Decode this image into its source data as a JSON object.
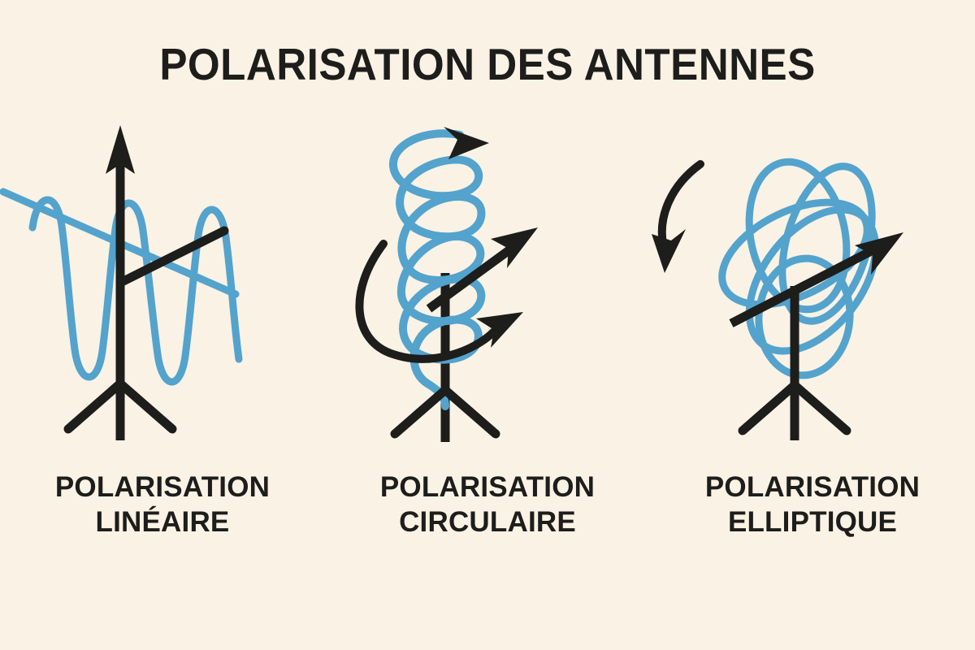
{
  "poster": {
    "title": "POLARISATION DES ANTENNES",
    "background_color": "#faf2e4",
    "ink_color": "#1d1d1b",
    "wave_color": "#53a3cd"
  },
  "panels": [
    {
      "id": "lineaire",
      "caption_line1": "POLARISATION",
      "caption_line2": "LINÉAIRE",
      "figure_name": "linear-polarization-diagram",
      "elements": [
        "antenna-mast-arrow",
        "antenna-tripod-base",
        "boresight-axis-line",
        "linear-wave-axis",
        "linear-sine-wave"
      ]
    },
    {
      "id": "circulaire",
      "caption_line1": "POLARISATION",
      "caption_line2": "CIRCULAIRE",
      "figure_name": "circular-polarization-diagram",
      "elements": [
        "antenna-mast",
        "antenna-tripod-base",
        "boresight-axis-arrow",
        "helix-wave",
        "helix-tip-arrowhead",
        "rotation-arc-arrow"
      ]
    },
    {
      "id": "elliptique",
      "caption_line1": "POLARISATION",
      "caption_line2": "ELLIPTIQUE",
      "figure_name": "elliptical-polarization-diagram",
      "elements": [
        "antenna-mast",
        "antenna-tripod-base",
        "boresight-axis-arrow",
        "ellipse-rosette-loops",
        "rotation-curved-arrow"
      ]
    }
  ]
}
